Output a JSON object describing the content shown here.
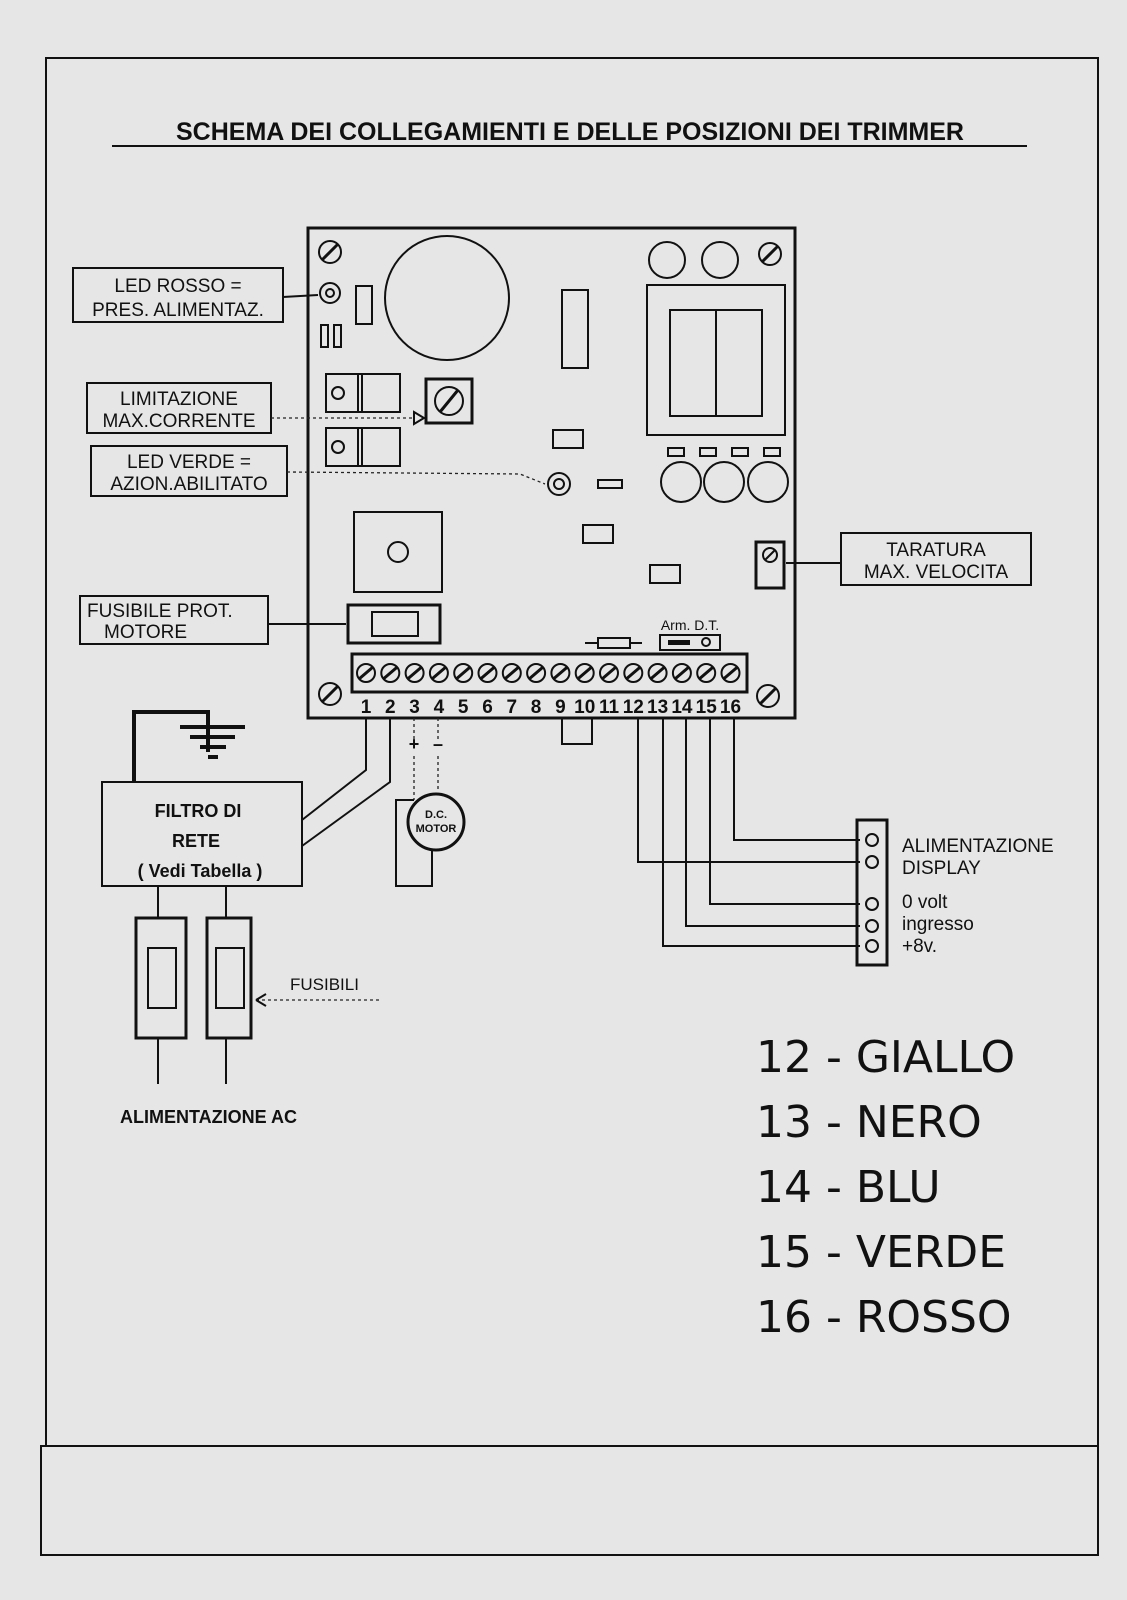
{
  "title": "SCHEMA DEI COLLEGAMIENTI E DELLE POSIZIONI DEI TRIMMER",
  "labels": {
    "led_rosso": [
      "LED ROSSO =",
      "PRES. ALIMENTAZ."
    ],
    "limitazione": [
      "LIMITAZIONE",
      "MAX.CORRENTE"
    ],
    "led_verde": [
      "LED VERDE =",
      "AZION.ABILITATO"
    ],
    "fusibile_prot": [
      "FUSIBILE PROT.",
      "MOTORE"
    ],
    "taratura": [
      "TARATURA",
      "MAX. VELOCITA"
    ],
    "arm_dt": "Arm. D.T.",
    "filtro": [
      "FILTRO  DI",
      "RETE",
      "( Vedi Tabella )"
    ],
    "dc_motor": [
      "D.C.",
      "MOTOR"
    ],
    "plus": "+",
    "minus": "–",
    "fusibili": "FUSIBILI",
    "alimentazione_ac": "ALIMENTAZIONE AC",
    "alimentazione_display": [
      "ALIMENTAZIONE",
      "DISPLAY"
    ],
    "zero_volt": "0 volt",
    "ingresso": "ingresso",
    "plus_8v": "+8v."
  },
  "terminals": [
    "1",
    "2",
    "3",
    "4",
    "5",
    "6",
    "7",
    "8",
    "9",
    "10",
    "11",
    "12",
    "13",
    "14",
    "15",
    "16"
  ],
  "color_legend": [
    "12 - GIALLO",
    "13 - NERO",
    "14 - BLU",
    "15 - VERDE",
    "16 - ROSSO"
  ]
}
